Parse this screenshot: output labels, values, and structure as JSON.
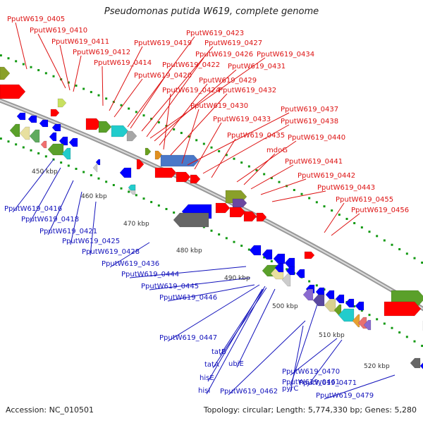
{
  "title": "Pseudomonas putida W619, complete genome",
  "footer": {
    "accession": "Accession: NC_010501",
    "topology": "Topology: circular; Length: 5,774,330 bp; Genes: 5,280"
  },
  "colors": {
    "forward_label": "#dd1111",
    "reverse_label": "#1111bb",
    "backbone": "#999999",
    "tick": "#119911",
    "forward_gene": "#ff0000",
    "reverse_gene": "#0000ff",
    "rna": "#666666"
  },
  "ruler_labels": [
    "450 kbp",
    "460 kbp",
    "470 kbp",
    "480 kbp",
    "490 kbp",
    "500 kbp",
    "510 kbp",
    "520 kbp"
  ],
  "forward_labels": [
    "PputW619_0405",
    "PputW619_0410",
    "PputW619_0411",
    "PputW619_0412",
    "PputW619_0414",
    "PputW619_0419",
    "PputW619_0420",
    "PputW619_0422",
    "PputW619_0423",
    "PputW619_0427",
    "PputW619_0426",
    "PputW619_0434",
    "PputW619_0431",
    "PputW619_0429",
    "PputW619_0424",
    "PputW619_0432",
    "PputW619_0430",
    "PputW619_0437",
    "PputW619_0433",
    "PputW619_0438",
    "PputW619_0435",
    "PputW619_0440",
    "mdoG",
    "PputW619_0441",
    "PputW619_0442",
    "PputW619_0443",
    "PputW619_0455",
    "PputW619_0456"
  ],
  "reverse_labels": [
    "PputW619_0416",
    "PputW619_0418",
    "PputW619_0421",
    "PputW619_0425",
    "PputW619_0428",
    "PputW619_0436",
    "PputW619_0444",
    "PputW619_0445",
    "PputW619_0446",
    "PputW619_0447",
    "tatB",
    "tatA",
    "ubiE",
    "hisE",
    "hisI",
    "PputW619_0461",
    "PputW619_0462",
    "pyrC",
    "PputW619_0470",
    "PputW619_0471",
    "PputW619_0479"
  ]
}
